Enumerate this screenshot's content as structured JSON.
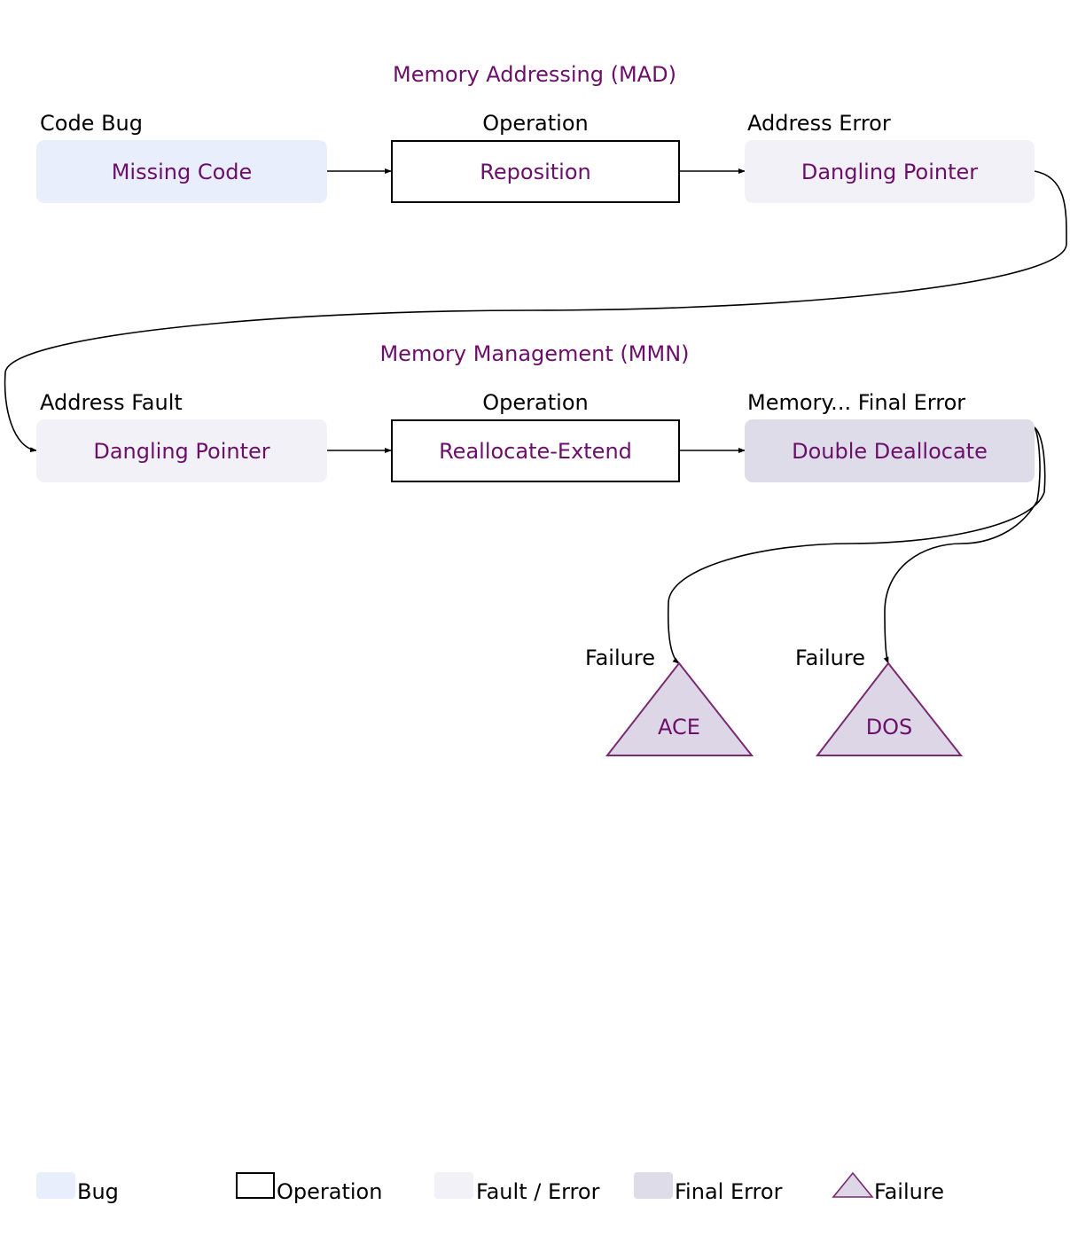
{
  "colors": {
    "accent_text": "#6b0f6b",
    "bug": "#e8eefb",
    "fault_error": "#f3f1f8",
    "final_error": "#dfdcea",
    "failure_fill": "#dcd6e6",
    "failure_stroke": "#7a2a72"
  },
  "sections": {
    "mad": {
      "title": "Memory Addressing (MAD)",
      "label_bug": "Code Bug",
      "label_op": "Operation",
      "label_err": "Address Error",
      "bug": "Missing Code",
      "op": "Reposition",
      "err": "Dangling Pointer"
    },
    "mmn": {
      "title": "Memory Management (MMN)",
      "label_fault": "Address Fault",
      "label_op": "Operation",
      "label_final": "Memory... Final Error",
      "fault": "Dangling Pointer",
      "op": "Reallocate-Extend",
      "final": "Double Deallocate"
    }
  },
  "failures": [
    {
      "label": "Failure",
      "name": "ACE"
    },
    {
      "label": "Failure",
      "name": "DOS"
    }
  ],
  "legend": {
    "bug": "Bug",
    "operation": "Operation",
    "fault_error": "Fault / Error",
    "final_error": "Final Error",
    "failure": "Failure"
  }
}
